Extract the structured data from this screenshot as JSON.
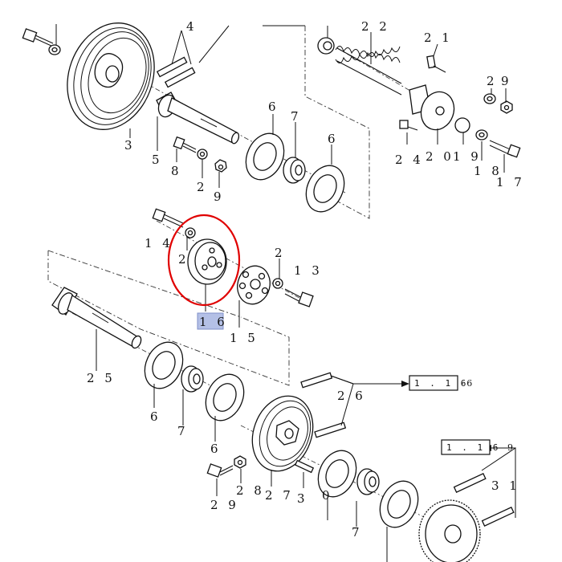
{
  "callouts": {
    "c1": "4",
    "c2": "2 2",
    "c3": "2 1",
    "c4": "2",
    "c5": "9",
    "c6": "3",
    "c7": "5",
    "c8": "8",
    "c9": "2",
    "c10": "9",
    "c11": "6",
    "c12": "7",
    "c13": "6",
    "c14": "2 4",
    "c15": "2 0",
    "c16": "1 9",
    "c17": "1 8",
    "c18": "1 7",
    "c19": "1 4",
    "c20": "2",
    "c21": "2",
    "c22": "1 3",
    "c23": "1 6",
    "c24": "1 5",
    "c25": "2 5",
    "c26": "6",
    "c27": "7",
    "c28": "6",
    "c29": "2 6",
    "c30": "2 9",
    "c31": "2 8",
    "c32": "2 7",
    "c33": "3",
    "c34": "0",
    "c35": "7",
    "c36": "3 1"
  },
  "references": {
    "ref1": "1 . 1 6",
    "ref1_suffix": "- 6",
    "ref2": "1 . 1 6",
    "ref2_suffix": "9"
  },
  "highlight": {
    "color": "#e00000",
    "label_bg": "#b4c0e6"
  }
}
